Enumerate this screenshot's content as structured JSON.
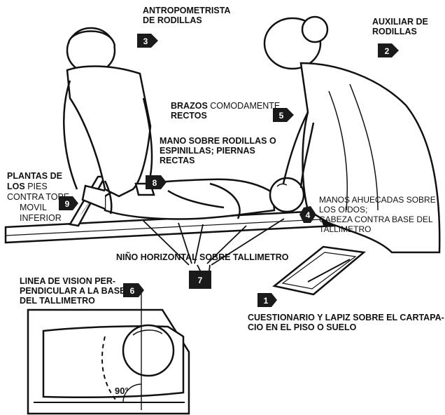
{
  "labels": {
    "antropometrista": [
      "ANTROPOMETRISTA",
      "DE RODILLAS"
    ],
    "auxiliar": [
      "AUXILIAR DE",
      "RODILLAS"
    ],
    "brazos_bold": "BRAZOS",
    "brazos_rest": "COMODAMENTE",
    "brazos_line2": "RECTOS",
    "mano": [
      "MANO SOBRE RODILLAS O",
      "ESPINILLAS; PIERNAS",
      "RECTAS"
    ],
    "plantas_bold_1": "PLANTAS DE",
    "plantas_bold_2": "LOS",
    "plantas_thin_2": "PIES",
    "plantas_thin_3": "CONTRA TOPE",
    "plantas_thin_4": "MOVIL",
    "plantas_thin_5": "INFERIOR",
    "manos": [
      "MANOS AHUECADAS SOBRE",
      "LOS OIDOS;",
      "CABEZA CONTRA BASE DEL",
      "TALLIMETRO"
    ],
    "nino": "NIÑO HORIZONTAL SOBRE TALLIMETRO",
    "linea": [
      "LINEA DE VISION PER-",
      "PENDICULAR A LA BASE",
      "DEL TALLIMETRO"
    ],
    "cuestionario": [
      "CUESTIONARIO Y LAPIZ SOBRE EL CARTAPA-",
      "CIO EN EL PISO O SUELO"
    ],
    "angle": "90°"
  },
  "badges": [
    "1",
    "2",
    "3",
    "4",
    "5",
    "6",
    "7",
    "8",
    "9"
  ],
  "colors": {
    "ink": "#111111",
    "badge": "#1a1a1a",
    "paper": "#ffffff"
  }
}
